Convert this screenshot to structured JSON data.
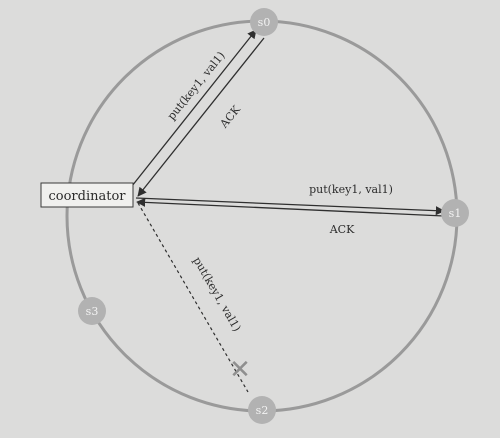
{
  "diagram": {
    "coordinator": {
      "label": "coordinator"
    },
    "nodes": [
      {
        "id": "s0",
        "label": "s0"
      },
      {
        "id": "s1",
        "label": "s1"
      },
      {
        "id": "s2",
        "label": "s2"
      },
      {
        "id": "s3",
        "label": "s3"
      }
    ],
    "messages": {
      "put_s0": "put(key1, val1)",
      "ack_s0": "ACK",
      "put_s1": "put(key1, val1)",
      "ack_s1": "ACK",
      "put_s2": "put(key1, val1)"
    },
    "failed_marker": "✕",
    "colors": {
      "background": "#dcdcdb",
      "ring": "#9a9a9a",
      "node": "#b2b2b2",
      "line": "#2f2f2f"
    }
  }
}
